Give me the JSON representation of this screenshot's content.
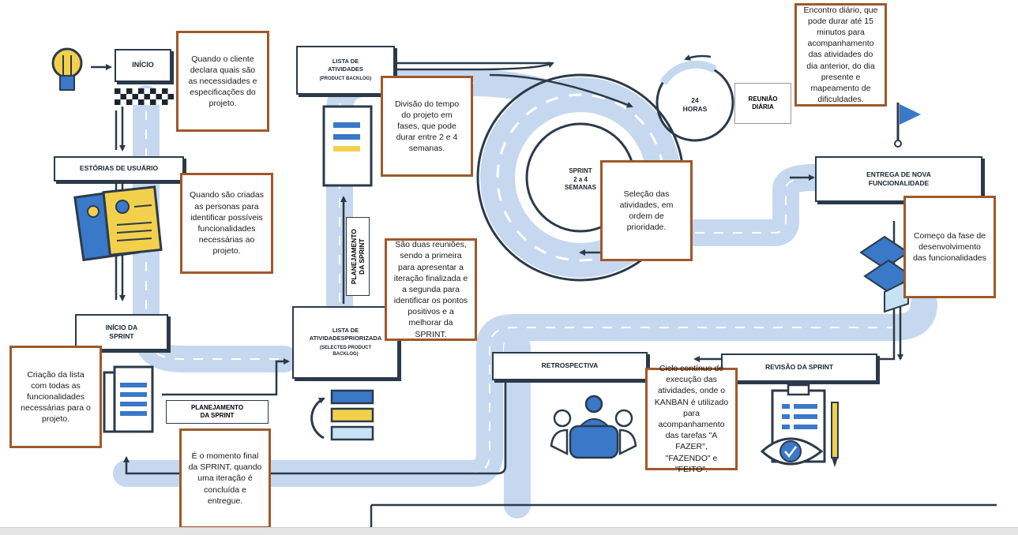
{
  "labels": {
    "inicio": "INÍCIO",
    "estorias": "ESTÓRIAS DE USUÁRIO",
    "inicio_sprint_1": "INÍCIO DA",
    "inicio_sprint_2": "SPRINT",
    "lista_atividades_1": "LISTA DE",
    "lista_atividades_2": "ATIVIDADES",
    "lista_atividades_sub": "(PRODUCT BACKLOG)",
    "lista_priorizada_1": "LISTA DE",
    "lista_priorizada_2": "ATIVIDADESPRIORIZADA",
    "lista_priorizada_sub_1": "(SELECTED PRODUCT",
    "lista_priorizada_sub_2": "BACKLOG)",
    "planejamento_v_1": "PLANEJAMENTO",
    "planejamento_v_2": "DA SPRINT",
    "planejamento_h_1": "PLANEJAMENTO",
    "planejamento_h_2": "DA SPRINT",
    "sprint_1": "SPRINT",
    "sprint_2": "2 a 4",
    "sprint_3": "SEMANAS",
    "horas_1": "24",
    "horas_2": "HORAS",
    "reuniao_1": "REUNIÃO",
    "reuniao_2": "DIÁRIA",
    "entrega_1": "ENTREGA DE NOVA",
    "entrega_2": "FUNCIONALIDADE",
    "retrospectiva": "RETROSPECTIVA",
    "revisao": "REVISÃO DA SPRINT"
  },
  "notes": {
    "inicio": "Quando o cliente declara quais são as necessidades e especificações do projeto.",
    "estorias": "Quando são criadas as personas para identificar possíveis funcionalidades necessárias ao projeto.",
    "lista": "Criação da lista com todas as funcionalidades necessárias para o projeto.",
    "final": "É o momento final da SPRINT, quando uma iteração é concluída e entregue.",
    "divisao": "Divisão do tempo do projeto em fases, que pode durar entre 2 e 4 semanas.",
    "reunioes": "São duas reuniões, sendo a primeira para apresentar a iteração finalizada e a segunda para identificar os pontos positivos e a melhorar da SPRINT.",
    "selecao": "Seleção das atividades, em ordem de prioridade.",
    "encontro": "Encontro diário, que pode durar até 15 minutos para acompanhamento das atividades do dia anterior, do dia presente e mapeamento de dificuldades.",
    "comeco": "Começo da fase de desenvolvimento das funcionalidades",
    "ciclo": "Ciclo contínuo de execução das atividades, onde o KANBAN é utilizado para acompanhamento das tarefas \"A FAZER\", \"FAZENDO\" e \"FEITO\"."
  },
  "icons": [
    "lightbulb-icon",
    "checkered-flag-icon",
    "persona-cards-icon",
    "document-icon",
    "backlog-list-icon",
    "stacked-tasks-icon",
    "blue-flag-icon",
    "boxes-icon",
    "team-meeting-icon",
    "clipboard-review-icon"
  ],
  "colors": {
    "road": "#c6d8ef",
    "outline": "#2b3a4a",
    "note_border": "#a0582a",
    "accent": "#3a78c8",
    "yellow": "#f2d04b"
  }
}
